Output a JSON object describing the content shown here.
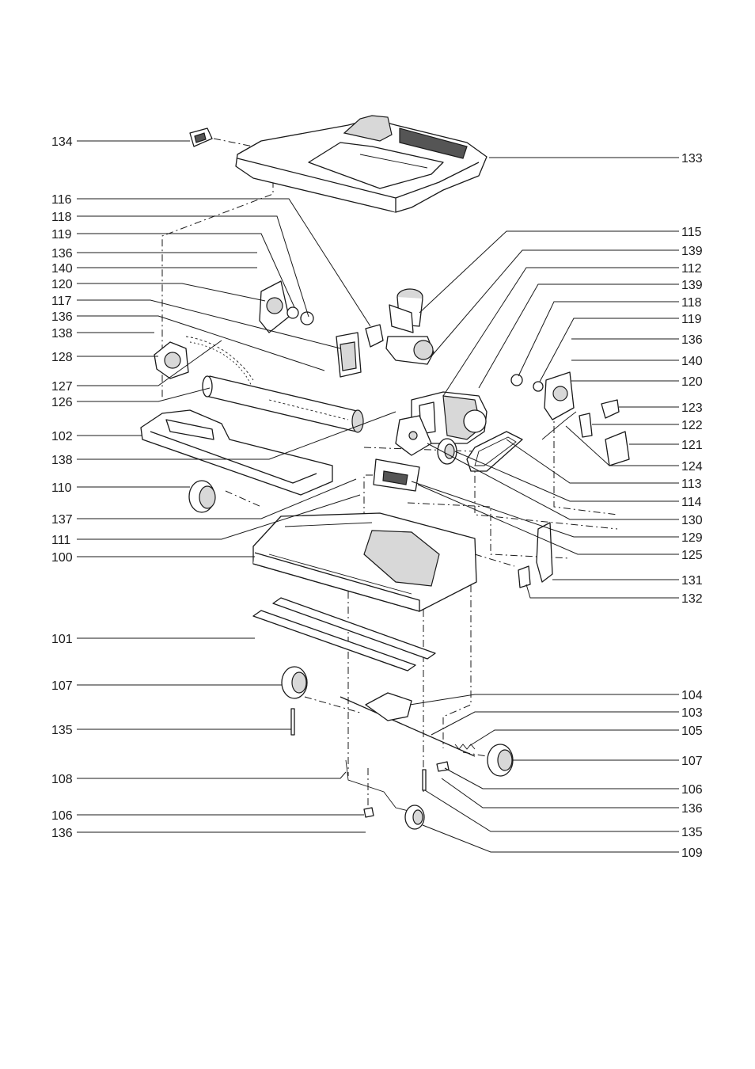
{
  "labels": {
    "left": [
      "134",
      "116",
      "118",
      "119",
      "136",
      "140",
      "120",
      "117",
      "136",
      "138",
      "128",
      "127",
      "126",
      "102",
      "138",
      "110",
      "137",
      "111",
      "100",
      "101",
      "107",
      "135",
      "108",
      "106",
      "136"
    ],
    "right": [
      "133",
      "115",
      "139",
      "112",
      "139",
      "118",
      "119",
      "136",
      "140",
      "120",
      "123",
      "122",
      "121",
      "124",
      "113",
      "114",
      "130",
      "129",
      "125",
      "131",
      "132",
      "104",
      "103",
      "105",
      "107",
      "106",
      "136",
      "135",
      "109"
    ]
  }
}
